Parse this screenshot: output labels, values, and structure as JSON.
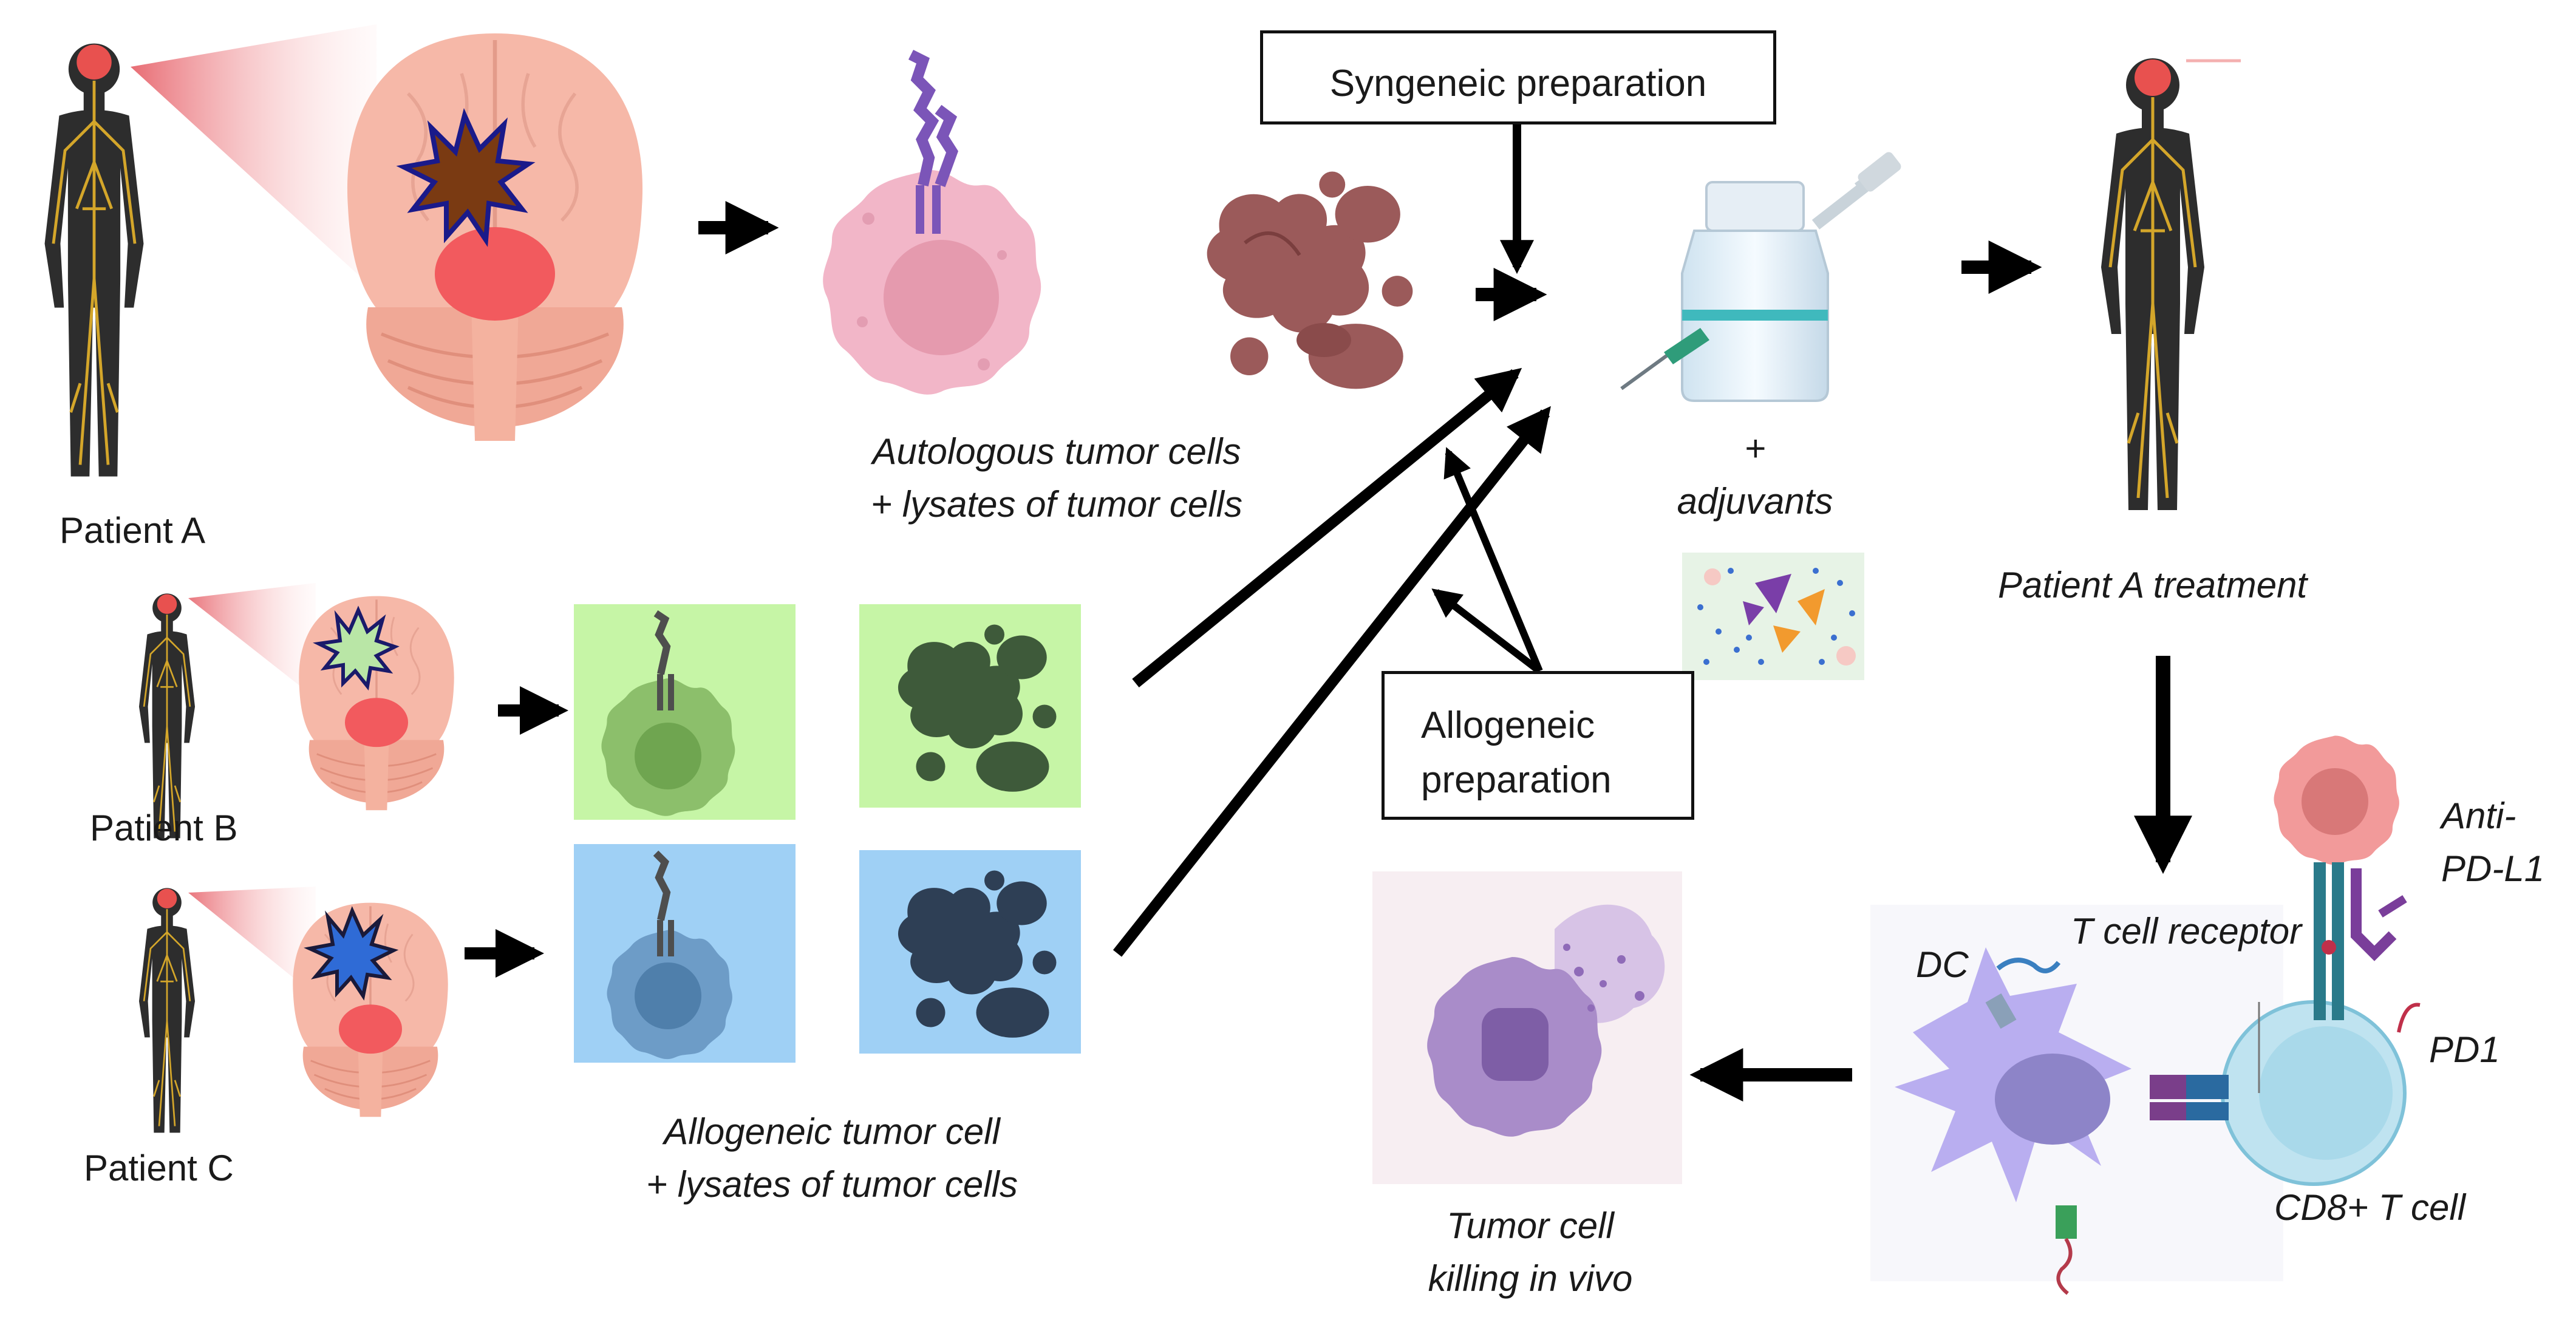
{
  "labels": {
    "patient_a": "Patient A",
    "patient_b": "Patient B",
    "patient_c": "Patient C",
    "syngeneic": "Syngeneic preparation",
    "allogeneic_line1": "Allogeneic",
    "allogeneic_line2": "preparation",
    "autologous_line1": "Autologous tumor cells",
    "autologous_line2": "+ lysates of tumor cells",
    "allogeneic_cells_line1": "Allogeneic tumor cell",
    "allogeneic_cells_line2": "+ lysates of tumor cells",
    "plus": "+",
    "adjuvants": "adjuvants",
    "patient_a_treatment": "Patient A treatment",
    "anti_pdl1_line1": "Anti-",
    "anti_pdl1_line2": "PD-L1",
    "t_cell_receptor": "T cell receptor",
    "dc": "DC",
    "pd1": "PD1",
    "cd8": "CD8+ T cell",
    "killing_line1": "Tumor cell",
    "killing_line2": "killing in vivo"
  },
  "colors": {
    "body_silhouette": "#2d2d2d",
    "nerves": "#d4a62a",
    "brain": "#f6b8a8",
    "brain_lobe": "#f08f7e",
    "tumor_patient_a": "#7a3a12",
    "tumor_patient_b": "#b9e6a6",
    "tumor_patient_c": "#2f6bd6",
    "cell_pink": "#f2b6c8",
    "lysate_brown": "#9b5a5a",
    "panel_green": "#c6f5a6",
    "panel_blue": "#9fd0f5",
    "dc_purple": "#b9aef0",
    "tcell_blue": "#bfe3f0",
    "tumor_red": "#f29a9a",
    "killing_purple": "#a98cc9",
    "arrow": "#000000"
  }
}
